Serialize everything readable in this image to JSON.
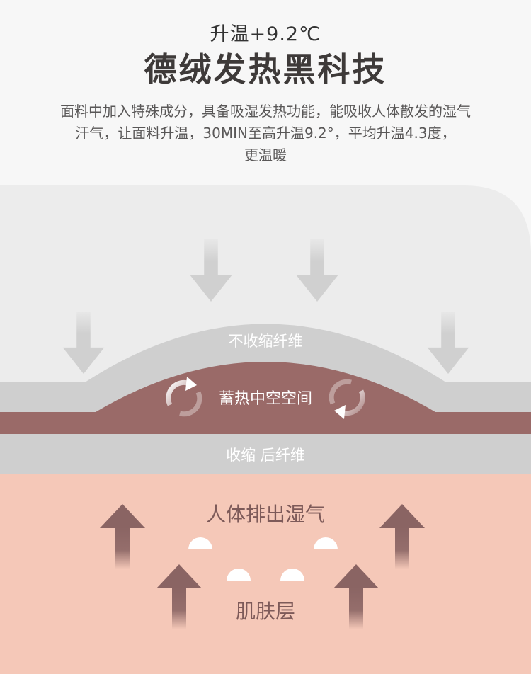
{
  "header": {
    "subtitle": "升温+9.2℃",
    "title": "德绒发热黑科技"
  },
  "description": {
    "line1": "面料中加入特殊成分，具备吸湿发热功能，能吸收人体散发的湿气",
    "line2": "汗气，让面料升温，30MIN至高升温9.2°，平均升温4.3度，",
    "line3": "更温暖"
  },
  "diagram": {
    "fiber_label": "不收缩纤维",
    "space_label": "蓄热中空空间",
    "shrunk_label": "收缩 后纤维",
    "sweat_label": "人体排出湿气",
    "skin_label": "肌肤层"
  },
  "colors": {
    "maroon": "#9a6a68",
    "fiber_gray": "#cfcfcf",
    "skin_pink": "#f5c8b8",
    "arrow_gray": "#d0d0d0",
    "arrow_brown": "#8a6463"
  },
  "icons": [
    "down-arrow-icon",
    "up-arrow-icon",
    "rotate-arrow-icon",
    "moisture-dome-icon"
  ]
}
